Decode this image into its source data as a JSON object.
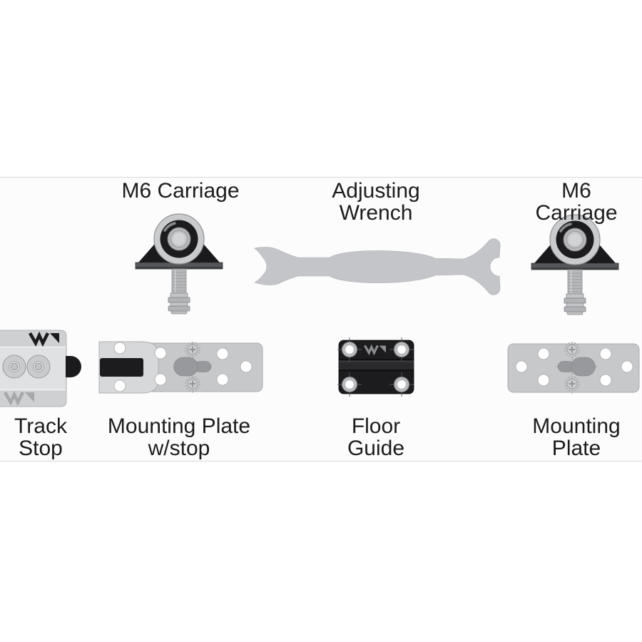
{
  "parts": [
    {
      "id": "m6-carriage-left",
      "label": "M6 Carriage"
    },
    {
      "id": "adjusting-wrench",
      "label": "Adjusting\nWrench"
    },
    {
      "id": "m6-carriage-right",
      "label": "M6 Carriage"
    },
    {
      "id": "track-stop",
      "label": "Track\nStop"
    },
    {
      "id": "mounting-plate-w-stop",
      "label": "Mounting Plate\nw/stop"
    },
    {
      "id": "floor-guide",
      "label": "Floor\nGuide"
    },
    {
      "id": "mounting-plate",
      "label": "Mounting\nPlate"
    }
  ],
  "colors": {
    "text": "#1c1c1c",
    "metal_gray": "#c6c8ca",
    "light_metal": "#d7d8da",
    "dark_part": "#1b1b1d",
    "keyhole_gray": "#97999c",
    "divider_line": "#d8d9da",
    "band_background": "#fcfcfd"
  }
}
